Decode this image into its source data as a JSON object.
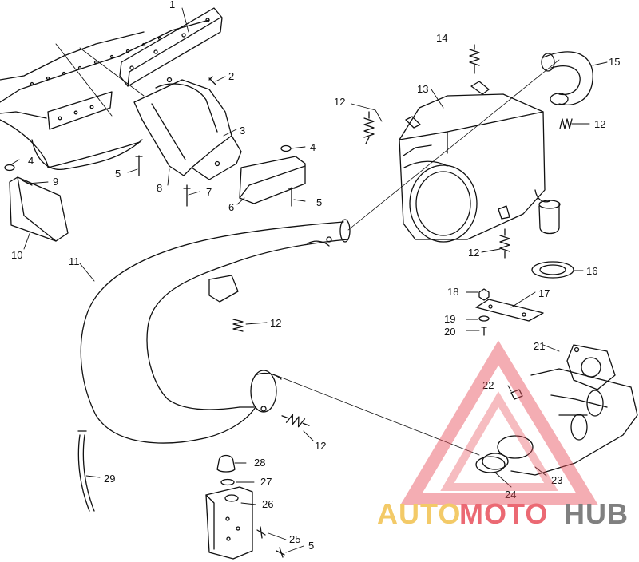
{
  "labels": {
    "p1": "1",
    "p2": "2",
    "p3": "3",
    "p4a": "4",
    "p4b": "4",
    "p5a": "5",
    "p5b": "5",
    "p5c": "5",
    "p6": "6",
    "p7": "7",
    "p8": "8",
    "p9": "9",
    "p10": "10",
    "p11": "11",
    "p12a": "12",
    "p12b": "12",
    "p12c": "12",
    "p12d": "12",
    "p12e": "12",
    "p13": "13",
    "p14": "14",
    "p15": "15",
    "p16": "16",
    "p17": "17",
    "p18": "18",
    "p19": "19",
    "p20": "20",
    "p21": "21",
    "p22": "22",
    "p23": "23",
    "p24": "24",
    "p25": "25",
    "p26": "26",
    "p27": "27",
    "p28": "28",
    "p29": "29"
  },
  "watermark": {
    "part1": "AUTO",
    "part2": "MOTO",
    "part3": "HUB",
    "color_gold": "#f2c14e",
    "color_red": "#e8505b",
    "color_gray": "#6b6b6b"
  }
}
